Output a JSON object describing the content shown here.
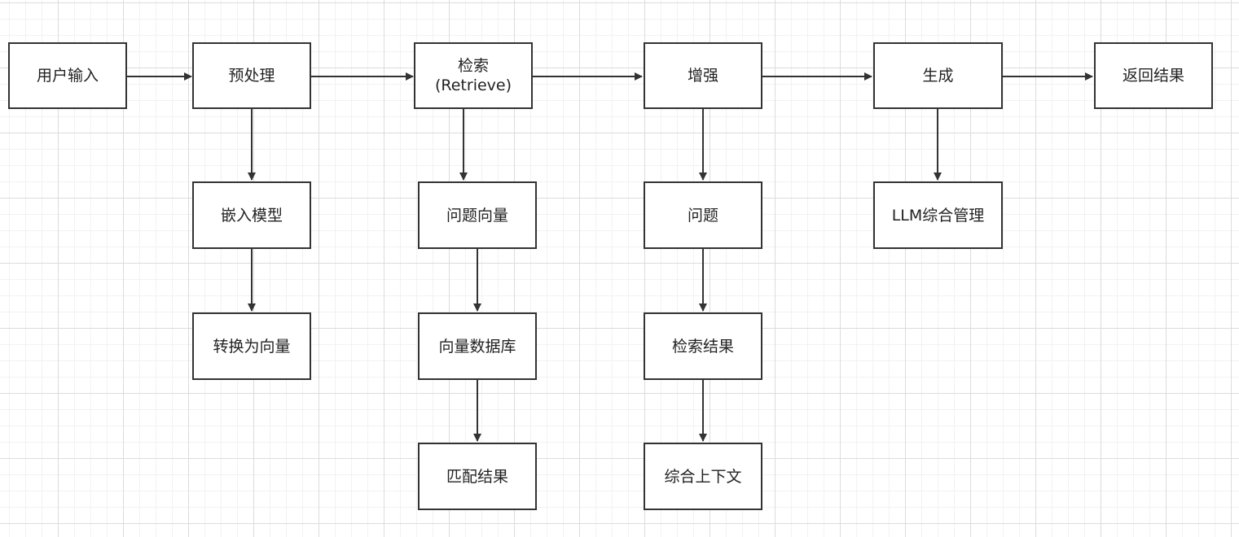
{
  "diagram": {
    "nodes": {
      "user_input": "用户输入",
      "preprocess": "预处理",
      "retrieve": "检索\n(Retrieve)",
      "augment": "增强",
      "generate": "生成",
      "return_result": "返回结果",
      "embedding_model": "嵌入模型",
      "convert_to_vector": "转换为向量",
      "question_vector": "问题向量",
      "vector_database": "向量数据库",
      "match_result": "匹配结果",
      "question": "问题",
      "retrieval_result": "检索结果",
      "combined_context": "综合上下文",
      "llm_management": "LLM综合管理"
    },
    "edges": [
      [
        "user_input",
        "preprocess"
      ],
      [
        "preprocess",
        "retrieve"
      ],
      [
        "retrieve",
        "augment"
      ],
      [
        "augment",
        "generate"
      ],
      [
        "generate",
        "return_result"
      ],
      [
        "preprocess",
        "embedding_model"
      ],
      [
        "embedding_model",
        "convert_to_vector"
      ],
      [
        "retrieve",
        "question_vector"
      ],
      [
        "question_vector",
        "vector_database"
      ],
      [
        "vector_database",
        "match_result"
      ],
      [
        "augment",
        "question"
      ],
      [
        "question",
        "retrieval_result"
      ],
      [
        "retrieval_result",
        "combined_context"
      ],
      [
        "generate",
        "llm_management"
      ]
    ],
    "colors": {
      "stroke": "#333333",
      "text": "#222222",
      "background": "#ffffff"
    }
  }
}
